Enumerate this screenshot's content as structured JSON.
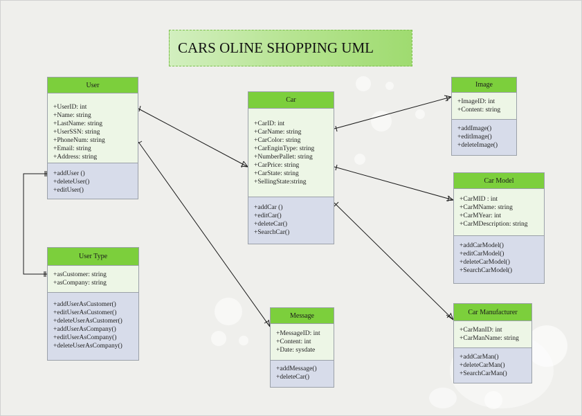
{
  "title": "CARS OLINE SHOPPING UML",
  "classes": {
    "user": {
      "name": "User",
      "attributes": [
        "+UserID: int",
        "+Name: string",
        "+LastName: string",
        "+UserSSN: string",
        "+PhoneNum: string",
        "+Email: string",
        "+Address: string"
      ],
      "operations": [
        "+addUser ()",
        "+deleteUser()",
        "+editUser()"
      ]
    },
    "user_type": {
      "name": "User Type",
      "attributes": [
        "+asCustomer: string",
        "+asCompany: string"
      ],
      "operations": [
        "+addUserAsCustomer()",
        "+editUserAsCustomer()",
        "+deleteUserAsCustomer()",
        "+addUserAsCompany()",
        "+editUserAsCompany()",
        "+deleteUserAsCompany()"
      ]
    },
    "car": {
      "name": "Car",
      "attributes": [
        "+CarID: int",
        "+CarName: string",
        "+CarColor: string",
        "+CarEnginType: string",
        "+NumberPallet: string",
        "+CarPrice: string",
        "+CarState: string",
        "+SellingState:string"
      ],
      "operations": [
        "+addCar ()",
        "+editCar()",
        "+deleteCar()",
        "+SearchCar()"
      ]
    },
    "message": {
      "name": "Message",
      "attributes": [
        "+MessageID: int",
        "+Content: int",
        "+Date: sysdate"
      ],
      "operations": [
        "+addMessage()",
        "+deleteCar()"
      ]
    },
    "image": {
      "name": "Image",
      "attributes": [
        "+ImageID: int",
        "+Content: string"
      ],
      "operations": [
        "+addImage()",
        "+editImage()",
        "+deleteImage()"
      ]
    },
    "car_model": {
      "name": "Car Model",
      "attributes": [
        "+CarMID : int",
        "+CarMName: string",
        "+CarMYear: int",
        "+CarMDescription: string"
      ],
      "operations": [
        "+addCarModel()",
        "+editCarModel()",
        "+deleteCarModel()",
        "+SearchCarModel()"
      ]
    },
    "car_manufacturer": {
      "name": "Car Manufacturer",
      "attributes": [
        "+CarManID: int",
        "+CarManName: string"
      ],
      "operations": [
        "+addCarMan()",
        "+deleteCarMan()",
        "+SearchCarMan()"
      ]
    }
  }
}
